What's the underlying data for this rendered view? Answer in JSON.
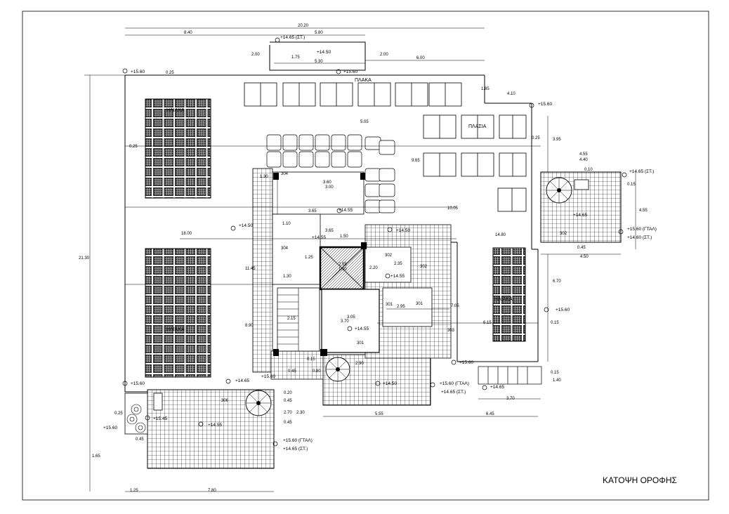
{
  "title": "ΚΑΤΟΨΗ ΟΡΟΦΗΣ",
  "room_labels": {
    "top": "ΠΛΑΚΑ",
    "plasia": "ΠΛΑΣΙΑ",
    "solar_a": "ΗΛΙΑΚΑ",
    "solar_b": "ΗΛΙΑΚΑ",
    "solar_c": "ΗΛΙΑΚΑ"
  },
  "levels": {
    "l_1465_top": "+14.65 (ΣΤ.)",
    "l_1450_top": "+14.50",
    "l_1560_a": "+15.60",
    "l_1560_b": "+15.60",
    "l_1560_right": "+15.60",
    "l_1465_r1": "+14.65 (ΣΤ.)",
    "l_1465_r2": "+14.65",
    "l_1560_gtal_r": "+15.60 (ΓΤΑΛ)",
    "l_1460_st_r": "+14.60 (ΣΤ.)",
    "l_1455_a": "+14.55",
    "l_1455_b": "+14.55",
    "l_1455_c": "+14.55",
    "l_1455_d": "+14.55",
    "l_1450_a": "+14.50",
    "l_1450_b": "+14.50",
    "l_1560_mid": "+15.60",
    "l_1560_mid2": "+15.60",
    "l_1560_c": "+15.60",
    "l_1560_d": "+15.60",
    "l_1560_gtal_m": "+15.60 (ΓΤΑΛ)",
    "l_1465_m": "+14.65 (ΣΤ.)",
    "l_1465_e": "+14.65",
    "l_1560_left": "+15.60",
    "l_1560_left2": "+15.60",
    "l_1560_gtal_b": "+15.60 (ΓΤΑΛ)",
    "l_1465_b": "+14.65 (ΣΤ.)",
    "l_1455_e": "+14.55",
    "l_1545": "+15.45",
    "l_1465_f": "+14.65"
  },
  "rooms": {
    "r301a": "301",
    "r301b": "301",
    "r301c": "301",
    "r302a": "302",
    "r302b": "302",
    "r302c": "302",
    "r303": "303",
    "r304a": "304",
    "r304b": "304",
    "r306": "306"
  },
  "dims": {
    "d2020": "20.20",
    "d840": "8.40",
    "d580": "5.80",
    "d200a": "2.00",
    "d200b": "2.00",
    "d175": "1.75",
    "d530": "5.30",
    "d600": "6.00",
    "d025a": "0.25",
    "d185": "1.85",
    "d410": "4.10",
    "d395": "3.95",
    "d505": "5.05",
    "d025b": "0.25",
    "d025c": "0.25",
    "d455a": "4.55",
    "d440": "4.40",
    "d010": "0.10",
    "d015a": "0.15",
    "d455b": "4.55",
    "d045a": "0.45",
    "d450": "4.50",
    "d965": "9.65",
    "d1005": "10.05",
    "d1480": "14.80",
    "d670": "6.70",
    "d615a": "6.15",
    "d015b": "0.15",
    "d015c": "0.15",
    "d140": "1.40",
    "d370a": "3.70",
    "d2130": "21.30",
    "d1800": "18.00",
    "d1145": "11.45",
    "d130a": "1.30",
    "d360": "3.60",
    "d300": "3.00",
    "d365a": "3.65",
    "d110": "1.10",
    "d365b": "3.65",
    "d150": "1.50",
    "d125a": "1.25",
    "d130b": "1.30",
    "d255": "2.55",
    "d190": "1.90",
    "d220": "2.20",
    "d235": "2.35",
    "d295": "2.95",
    "d305": "3.05",
    "d370b": "3.70",
    "d705": "7.05",
    "d890": "8.90",
    "d290": "2.90",
    "d215": "2.15",
    "d555": "5.55",
    "d645": "6.45",
    "d020": "0.20",
    "d045b": "0.45",
    "d270": "2.70",
    "d230": "2.30",
    "d045c": "0.45",
    "d025d": "0.25",
    "d045d": "0.45",
    "d165": "1.65",
    "d125b": "1.25",
    "d780": "7.80",
    "d080": "0.80",
    "d015d": "0.15",
    "d045e": "0.45"
  }
}
